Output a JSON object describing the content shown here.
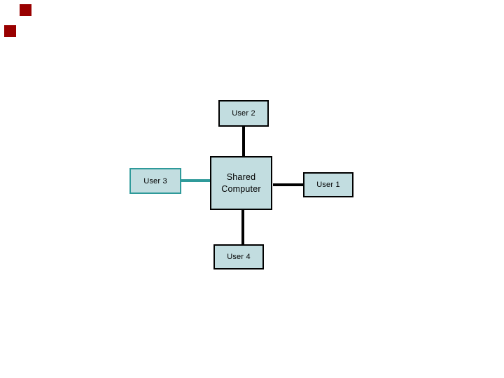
{
  "slide": {
    "background_color": "#ffffff",
    "decorations": {
      "style": "two small dark red squares, top-left staircase",
      "color": "#990000"
    }
  },
  "diagram": {
    "type": "star-topology",
    "node_fill_color": "#c2dde0",
    "default_border_color": "#000000",
    "accent_color": "#2f9a9a",
    "nodes": {
      "shared": {
        "label": "Shared Computer",
        "border": "#000000",
        "position": "center"
      },
      "user1": {
        "label": "User 1",
        "border": "#000000",
        "position": "right"
      },
      "user2": {
        "label": "User 2",
        "border": "#000000",
        "position": "top"
      },
      "user3": {
        "label": "User 3",
        "border": "#2f9a9a",
        "position": "left"
      },
      "user4": {
        "label": "User 4",
        "border": "#000000",
        "position": "bottom"
      }
    },
    "edges": [
      {
        "from": "user2",
        "to": "shared",
        "color": "#000000"
      },
      {
        "from": "user1",
        "to": "shared",
        "color": "#000000"
      },
      {
        "from": "user3",
        "to": "shared",
        "color": "#2f9a9a"
      },
      {
        "from": "user4",
        "to": "shared",
        "color": "#000000"
      }
    ]
  }
}
